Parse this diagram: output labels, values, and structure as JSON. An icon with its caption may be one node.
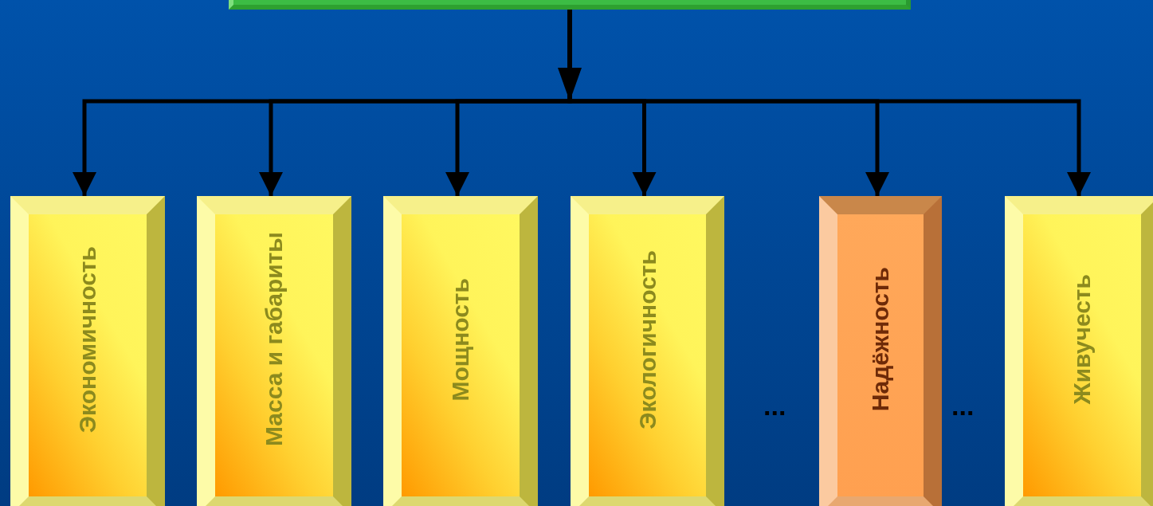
{
  "diagram": {
    "nodes": [
      {
        "text": [],
        "shape": "box"
      },
      {
        "text": [
          "Экономичность"
        ]
      },
      {
        "text": [
          "Масса и габариты"
        ]
      },
      {
        "text": [
          "Мощность"
        ]
      },
      {
        "text": [
          "Экологичность"
        ]
      },
      {
        "text": [
          "Надёжность"
        ]
      },
      {
        "text": [
          "Живучесть"
        ]
      }
    ],
    "edges": [
      {
        "from": 0,
        "to": 1,
        "arrow": "to"
      },
      {
        "from": 0,
        "to": 2,
        "arrow": "to"
      },
      {
        "from": 0,
        "to": 3,
        "arrow": "to"
      },
      {
        "from": 0,
        "to": 4,
        "arrow": "to"
      },
      {
        "from": 0,
        "to": 5,
        "arrow": "to"
      },
      {
        "from": 0,
        "to": 6,
        "arrow": "to"
      }
    ],
    "labels": [
      "...",
      "..."
    ]
  }
}
